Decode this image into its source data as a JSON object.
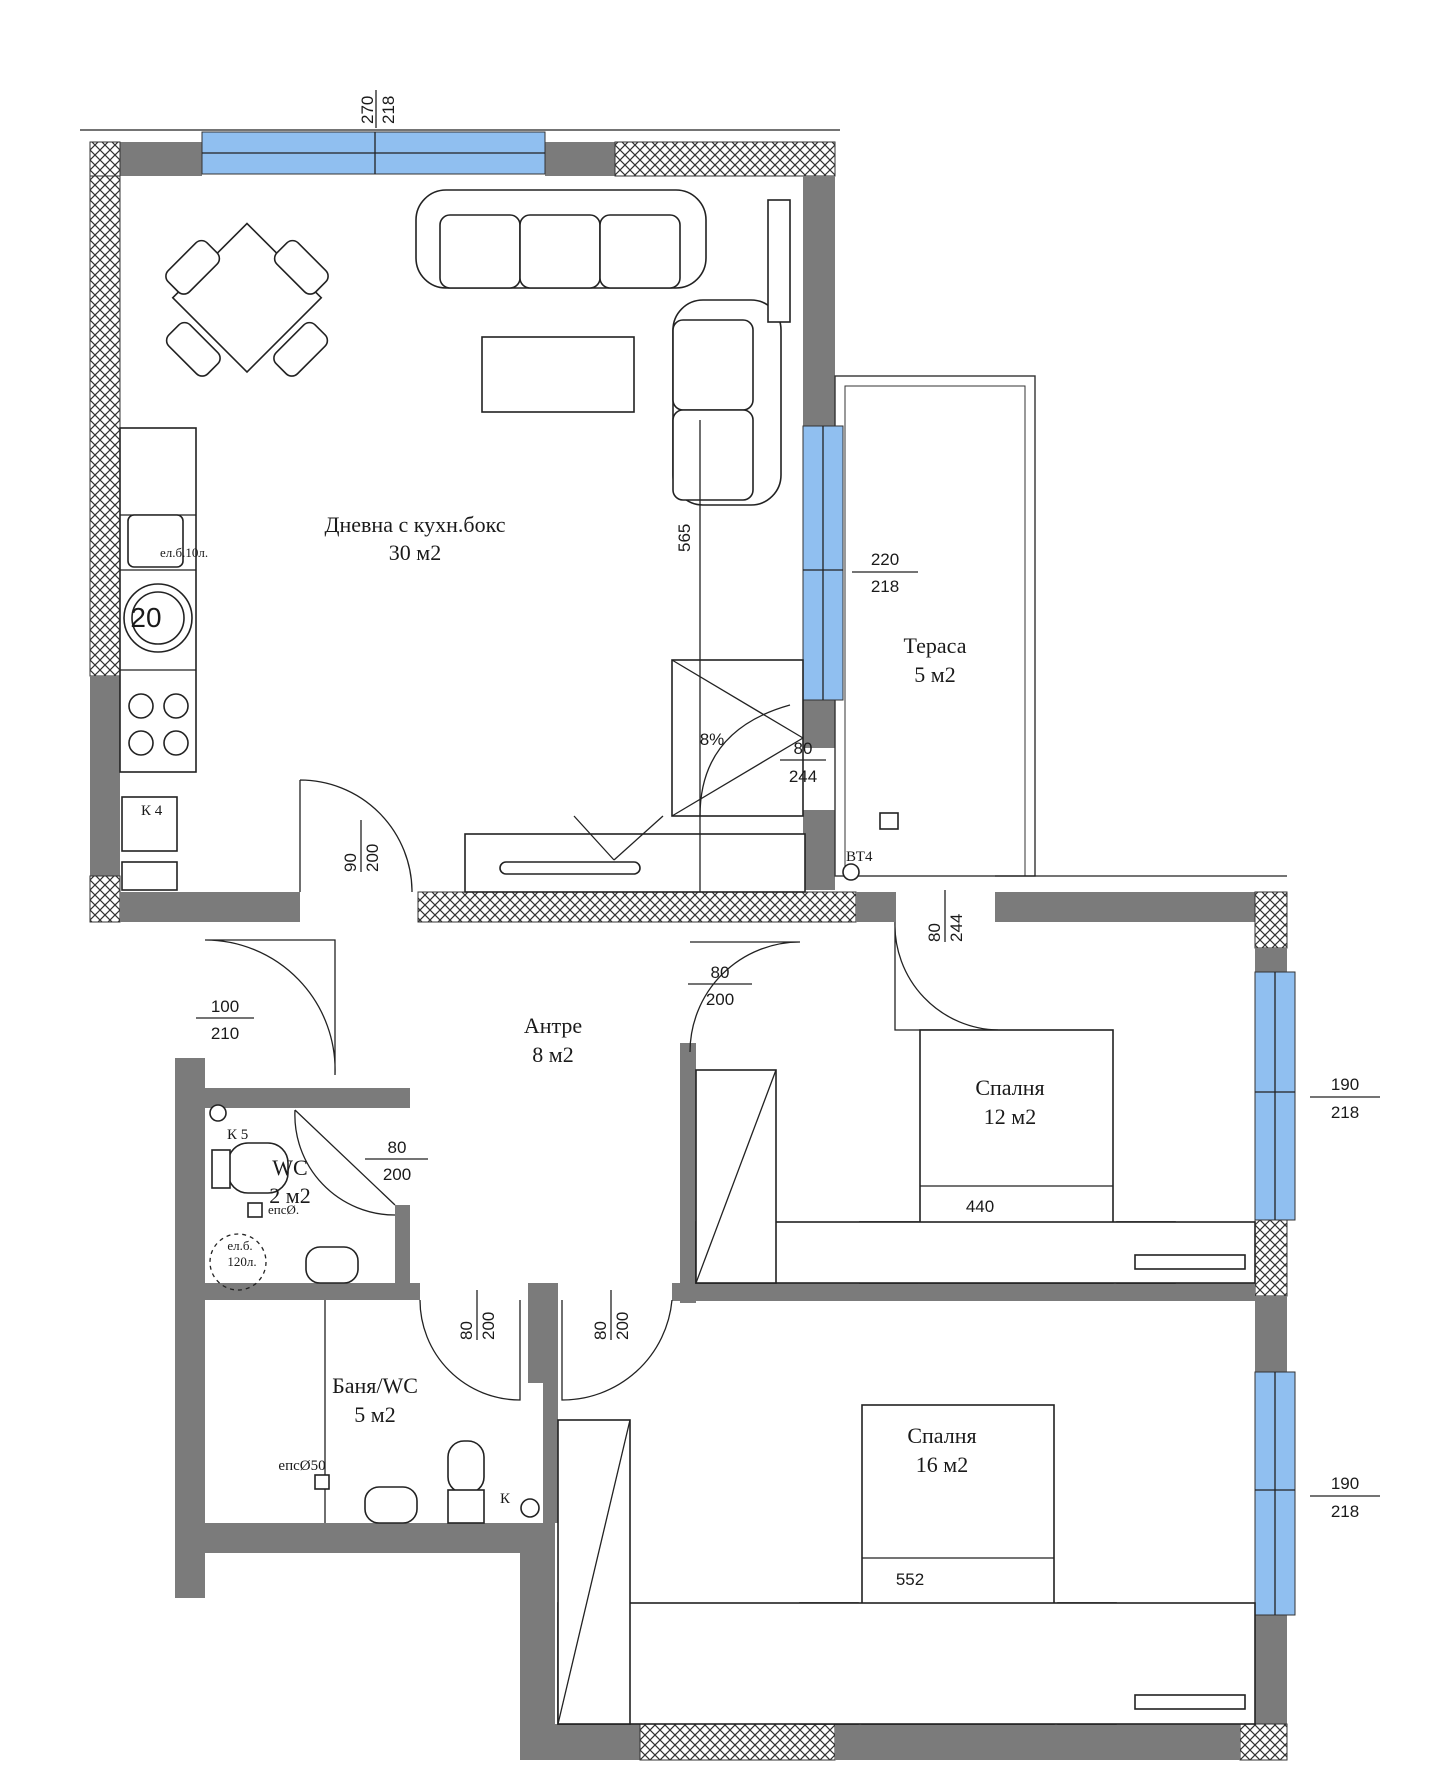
{
  "rooms": [
    {
      "id": "living",
      "name": "Дневна с кухн.бокс",
      "area": "30 м2"
    },
    {
      "id": "terrace",
      "name": "Тераса",
      "area": "5 м2"
    },
    {
      "id": "hall",
      "name": "Антре",
      "area": "8 м2"
    },
    {
      "id": "bedroom1",
      "name": "Спалня",
      "area": "12 м2"
    },
    {
      "id": "wc",
      "name": "WC",
      "area": "2 м2"
    },
    {
      "id": "bath",
      "name": "Баня/WC",
      "area": "5 м2"
    },
    {
      "id": "bedroom2",
      "name": "Спалня",
      "area": "16 м2"
    }
  ],
  "dimensions": {
    "top_window": [
      "270",
      "218"
    ],
    "living_window": [
      "220",
      "218"
    ],
    "living_height": "565",
    "terrace_door": [
      "80",
      "244"
    ],
    "bedroom1_terrace_door": [
      "80",
      "244"
    ],
    "living_door": [
      "90",
      "200"
    ],
    "entrance_door": [
      "100",
      "210"
    ],
    "hall_door": [
      "80",
      "200"
    ],
    "wc_door": [
      "80",
      "200"
    ],
    "bath_door": [
      "80",
      "200"
    ],
    "bedroom2_door": [
      "80",
      "200"
    ],
    "bedroom1_window": [
      "190",
      "218"
    ],
    "bedroom2_window": [
      "190",
      "218"
    ],
    "bed1_width": "440",
    "bed2_width": "552"
  },
  "annotations": {
    "boiler_small": "ел.б.10л.",
    "boiler_large_1": "ел.б.",
    "boiler_large_2": "120л.",
    "fridge": "20",
    "k4": "К 4",
    "k5": "К 5",
    "k_bath": "К",
    "vt4": "ВТ4",
    "eps_wc": "епсØ.",
    "eps_bath": "епсØ50",
    "slope": "8%"
  },
  "colors": {
    "wall": "#7b7b7b",
    "window": "#90bff0",
    "line": "#222222"
  }
}
